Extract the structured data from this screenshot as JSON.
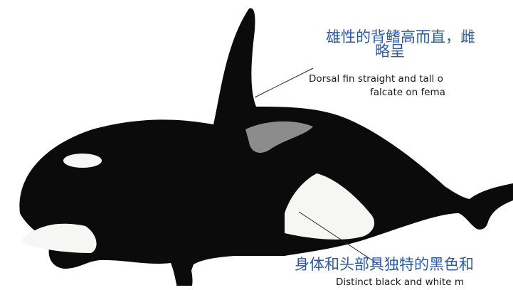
{
  "colors": {
    "label_blue": "#2a5ba8",
    "orca_black": "#0b0b0b",
    "patch_white": "#f6f6f4",
    "saddle_grey": "#8c8c8c",
    "leader_line": "#222222"
  },
  "fin_label": {
    "zh_line1": "雄性的背鳍高而直，雌",
    "zh_line2": "略呈",
    "en_line1": "Dorsal fin straight and tall o",
    "en_line2": "falcate on fema"
  },
  "body_label": {
    "zh_line1": "身体和头部具独特的黑色和",
    "en_line1": "Distinct black and white m"
  }
}
